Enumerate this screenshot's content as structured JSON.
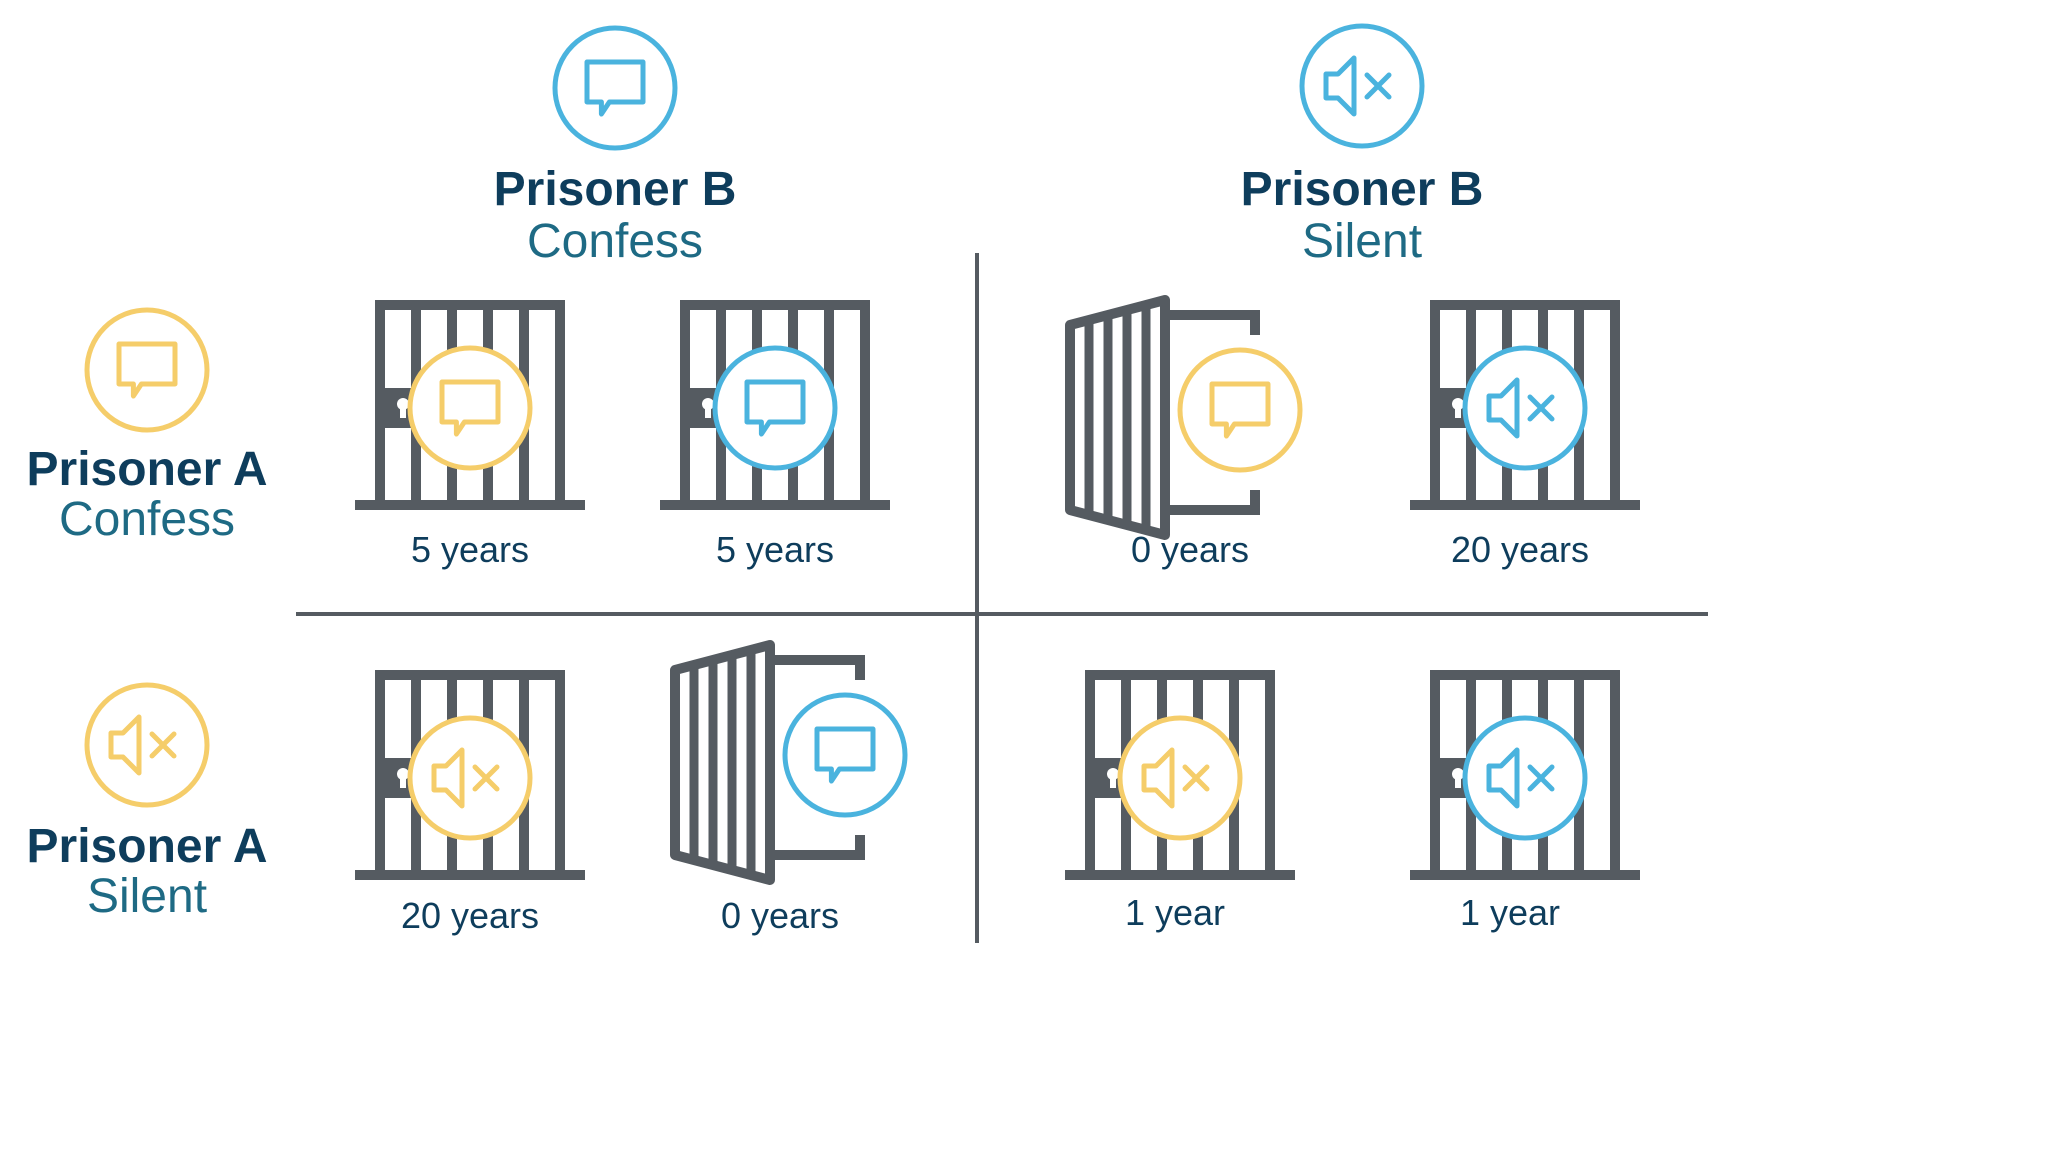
{
  "colors": {
    "navy": "#0e3d5c",
    "teal": "#1e6a84",
    "yellow": "#f5cd6a",
    "blue": "#4ab3de",
    "gray": "#555b61"
  },
  "column_headers": [
    {
      "name": "Prisoner B",
      "choice": "Confess",
      "icon": "speech-bubble-icon"
    },
    {
      "name": "Prisoner B",
      "choice": "Silent",
      "icon": "muted-speaker-icon"
    }
  ],
  "row_headers": [
    {
      "name": "Prisoner A",
      "choice": "Confess",
      "icon": "speech-bubble-icon"
    },
    {
      "name": "Prisoner A",
      "choice": "Silent",
      "icon": "muted-speaker-icon"
    }
  ],
  "cells": [
    {
      "position": "A confess / B confess",
      "prisoner_a": {
        "sentence": "5 years",
        "outcome": "jail",
        "icon": "speech-bubble-icon"
      },
      "prisoner_b": {
        "sentence": "5 years",
        "outcome": "jail",
        "icon": "speech-bubble-icon"
      }
    },
    {
      "position": "A confess / B silent",
      "prisoner_a": {
        "sentence": "0 years",
        "outcome": "free",
        "icon": "speech-bubble-icon"
      },
      "prisoner_b": {
        "sentence": "20 years",
        "outcome": "jail",
        "icon": "muted-speaker-icon"
      }
    },
    {
      "position": "A silent / B confess",
      "prisoner_a": {
        "sentence": "20 years",
        "outcome": "jail",
        "icon": "muted-speaker-icon"
      },
      "prisoner_b": {
        "sentence": "0 years",
        "outcome": "free",
        "icon": "speech-bubble-icon"
      }
    },
    {
      "position": "A silent / B silent",
      "prisoner_a": {
        "sentence": "1 year",
        "outcome": "jail",
        "icon": "muted-speaker-icon"
      },
      "prisoner_b": {
        "sentence": "1 year",
        "outcome": "jail",
        "icon": "muted-speaker-icon"
      }
    }
  ]
}
